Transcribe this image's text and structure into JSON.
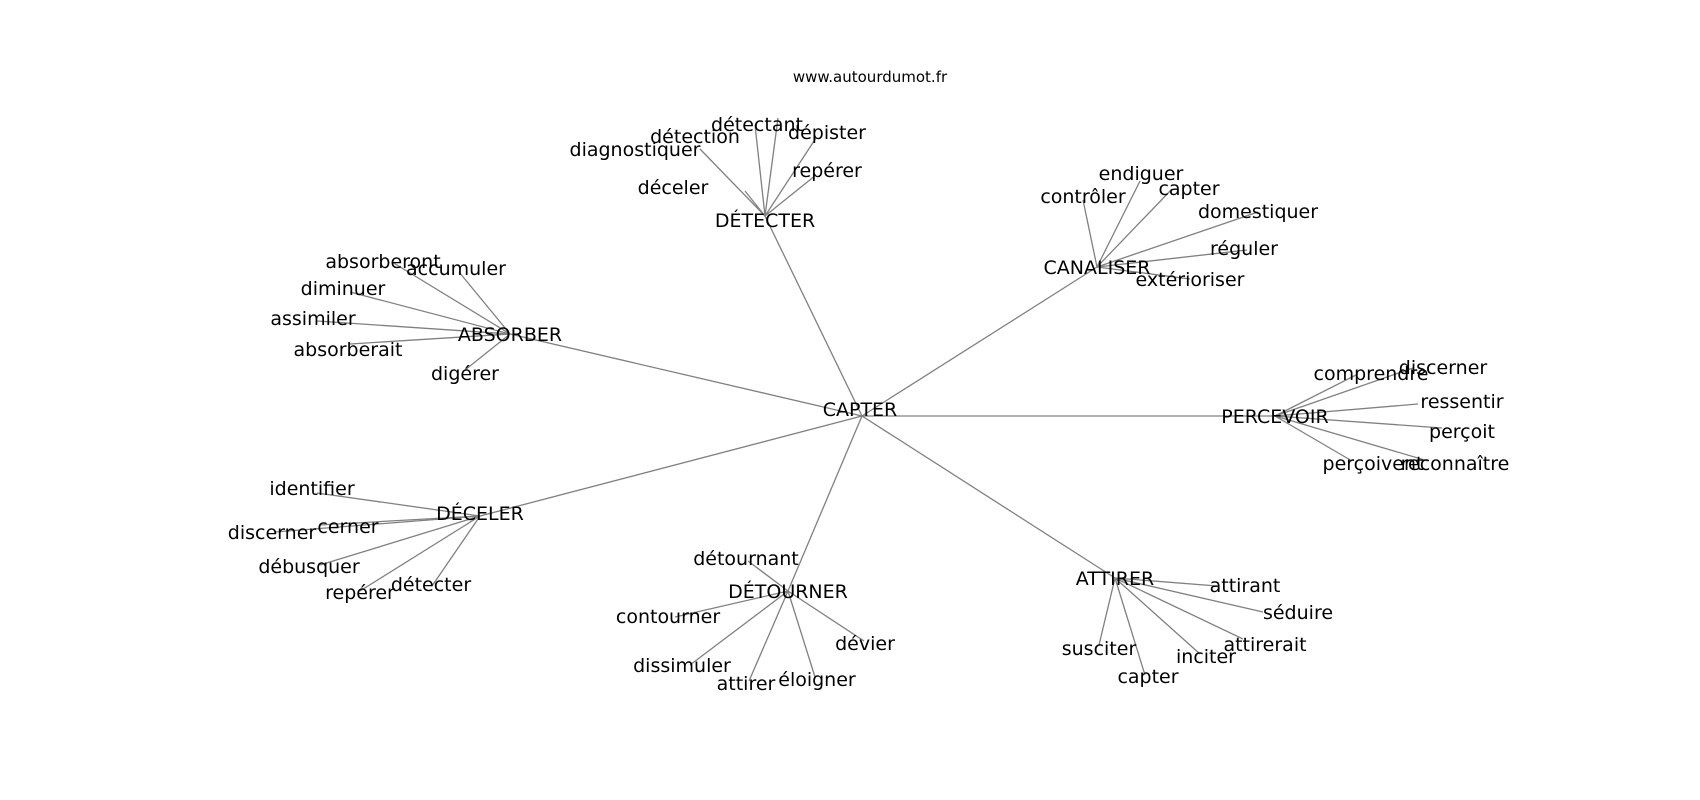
{
  "site": "www.autourdumot.fr",
  "center": "CAPTER",
  "hubs": [
    {
      "id": "detecter",
      "label": "DÉTECTER",
      "words": [
        "diagnostiquer",
        "détection",
        "détectant",
        "dépister",
        "repérer",
        "déceler"
      ]
    },
    {
      "id": "canaliser",
      "label": "CANALISER",
      "words": [
        "contrôler",
        "endiguer",
        "capter",
        "domestiquer",
        "réguler",
        "extérioriser"
      ]
    },
    {
      "id": "absorber",
      "label": "ABSORBER",
      "words": [
        "absorberont",
        "accumuler",
        "diminuer",
        "assimiler",
        "absorberait",
        "digérer"
      ]
    },
    {
      "id": "percevoir",
      "label": "PERCEVOIR",
      "words": [
        "comprendre",
        "discerner",
        "ressentir",
        "perçoit",
        "perçoivent",
        "reconnaître"
      ]
    },
    {
      "id": "deceler",
      "label": "DÉCELER",
      "words": [
        "identifier",
        "discerner",
        "cerner",
        "débusquer",
        "repérer",
        "détecter"
      ]
    },
    {
      "id": "detourner",
      "label": "DÉTOURNER",
      "words": [
        "détournant",
        "contourner",
        "dissimuler",
        "attirer",
        "éloigner",
        "dévier"
      ]
    },
    {
      "id": "attirer",
      "label": "ATTIRER",
      "words": [
        "attirant",
        "séduire",
        "attirerait",
        "inciter",
        "capter",
        "susciter"
      ]
    }
  ]
}
